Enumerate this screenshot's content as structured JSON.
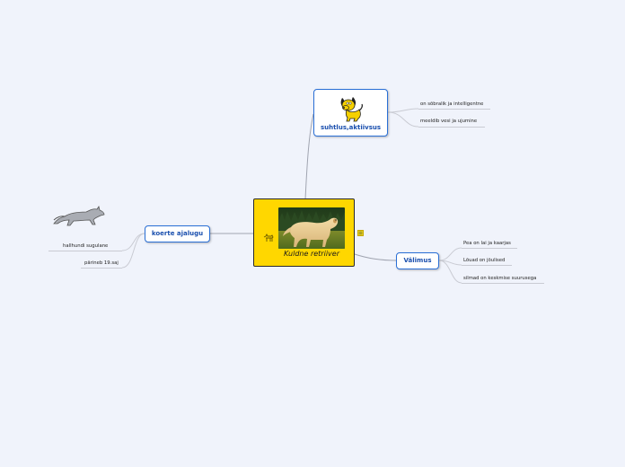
{
  "central": {
    "label": "Kuldne retriiver",
    "icons": [
      "dog-outline-icon",
      "golden-retriever-photo",
      "note-icon"
    ]
  },
  "branches": {
    "suhtlus": {
      "label": "suhtlus,aktiivsus",
      "icon": "cartoon-dog-icon",
      "leaves": [
        "on sõbralik ja intelligentne",
        "meeldib vesi ja ujumine"
      ]
    },
    "valimus": {
      "label": "Välimus",
      "leaves": [
        "Pea on lai ja kaarjas",
        "Lõuad on jõulised",
        "silmad on keskmise suurusega"
      ]
    },
    "ajalugu": {
      "label": "koerte ajalugu",
      "icon": "wolf-icon",
      "leaves": [
        "hallhundi sugulane",
        "pärineb 19.saj"
      ]
    }
  },
  "colors": {
    "background": "#f0f3fb",
    "central_fill": "#ffd700",
    "node_border": "#2a6fd6",
    "node_text": "#1a4fae",
    "connector": "#a0a4b0"
  }
}
